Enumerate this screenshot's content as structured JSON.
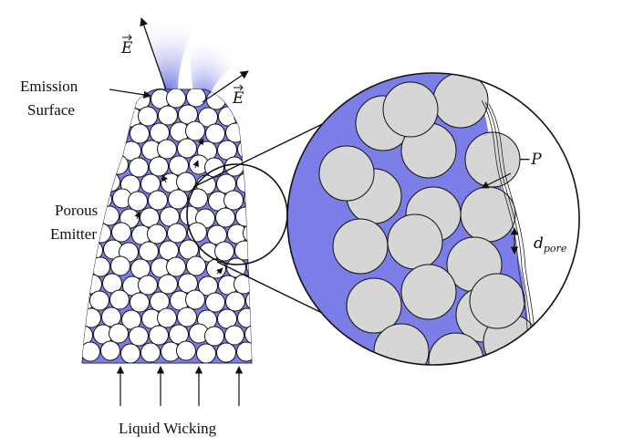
{
  "labels": {
    "emission_surface_line1": "Emission",
    "emission_surface_line2": "Surface",
    "porous_emitter_line1": "Porous",
    "porous_emitter_line2": "Emitter",
    "liquid_wicking": "Liquid Wicking",
    "field_left": "E",
    "field_right": "E",
    "pressure": "−P",
    "pore_symbol": "d",
    "pore_subscript": "pore"
  },
  "colors": {
    "liquid": "#7b7ee6",
    "liquid_stroke": "#2a2a6a",
    "particle_fill": "#ffffff",
    "zoom_particle_fill": "#d6d6d6",
    "outline": "#111111",
    "plume": "#8a8fe8"
  }
}
